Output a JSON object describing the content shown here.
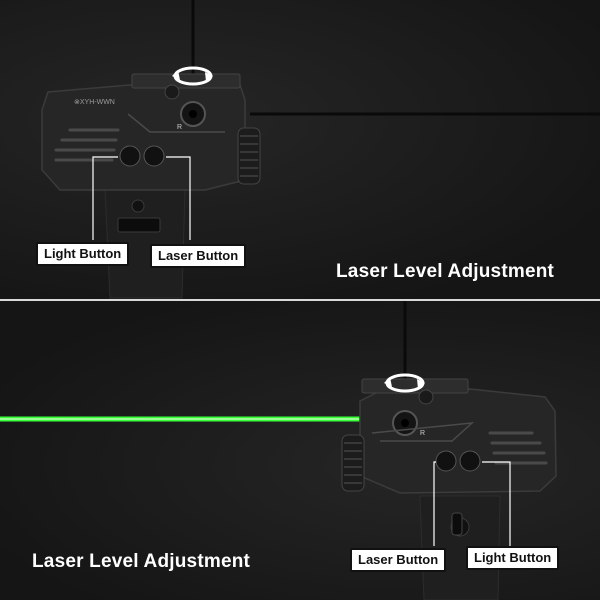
{
  "top_panel": {
    "caption": "Laser Level Adjustment",
    "callouts": {
      "left": "Light Button",
      "right": "Laser Button"
    },
    "laser_color": "#1a1a1a",
    "brand_mark": "⊗XYH-WWN",
    "knob_letter": "R"
  },
  "bottom_panel": {
    "caption": "Laser Level Adjustment",
    "callouts": {
      "left": "Laser Button",
      "right": "Light Button"
    },
    "laser_color": "#39ff3a",
    "knob_letter": "R"
  },
  "icons": [
    "rotate-arrow-icon"
  ]
}
